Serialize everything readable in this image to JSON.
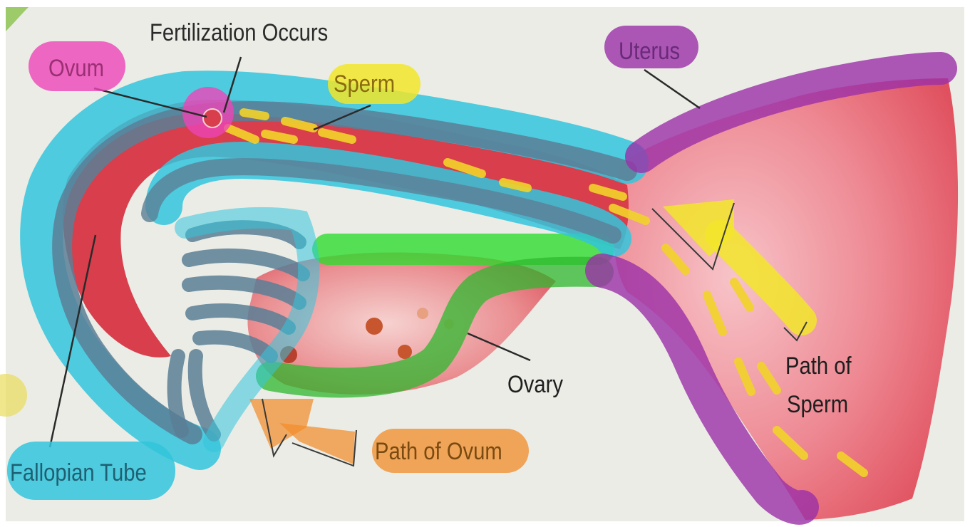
{
  "diagram": {
    "labels": {
      "fertilization": "Fertilization Occurs",
      "ovum": "Ovum",
      "sperm": "Sperm",
      "uterus": "Uterus",
      "ovary": "Ovary",
      "path_of_sperm_line1": "Path of",
      "path_of_sperm_line2": "Sperm",
      "path_of_ovum": "Path of Ovum",
      "fallopian_tube": "Fallopian Tube"
    },
    "colors": {
      "tissue_red": "#d8394a",
      "tissue_pink": "#f3a6ad",
      "tube_highlight_cyan": "#33c6dc",
      "tube_wall_slate": "#5b7f96",
      "ovary_highlight_green": "#2fdc2f",
      "uterus_highlight_purple": "#9b2fa8",
      "sperm_highlight_yellow": "#f2e62a",
      "ovum_highlight_orange": "#f28c28",
      "ovum_label_magenta": "#ee45b8",
      "text_dark": "#2a2a2a"
    }
  }
}
